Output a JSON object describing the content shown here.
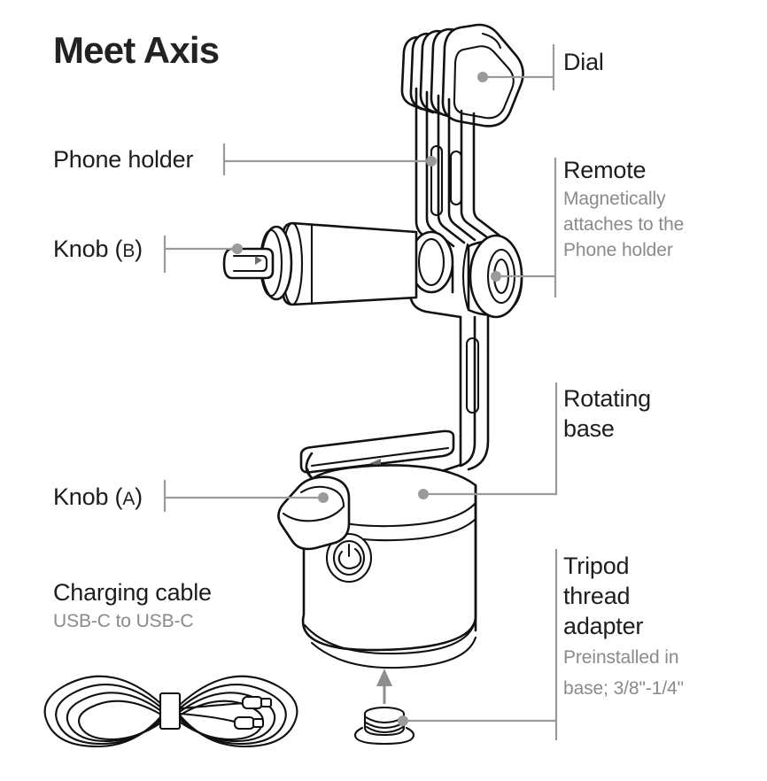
{
  "page": {
    "title": "Meet Axis",
    "background_color": "#ffffff",
    "ink_color": "#111111",
    "leader_color": "#9a9a9a",
    "text_color": "#1d1d1d",
    "subtext_color": "#8a8a8a"
  },
  "callouts": {
    "dial": {
      "label": "Dial"
    },
    "phone_holder": {
      "label": "Phone holder"
    },
    "remote": {
      "label": "Remote",
      "description": "Magnetically\nattaches to the\nPhone holder"
    },
    "knob_b": {
      "label": "Knob (",
      "letter": "B",
      "label_end": ")"
    },
    "knob_a": {
      "label": "Knob (",
      "letter": "A",
      "label_end": ")"
    },
    "rotating_base": {
      "label": "Rotating\nbase"
    },
    "tripod_adapter": {
      "label": "Tripod\nthread\nadapter",
      "description": "Preinstalled in\nbase; 3/8\"-1/4\""
    },
    "charging_cable": {
      "label": "Charging cable",
      "description": "USB-C to USB-C"
    }
  },
  "icons": {
    "power_button": "power-icon",
    "base_plate_marker": "triangle-left-icon",
    "knob_marker": "triangle-right-icon",
    "adapter_arrow": "arrow-up-icon"
  }
}
